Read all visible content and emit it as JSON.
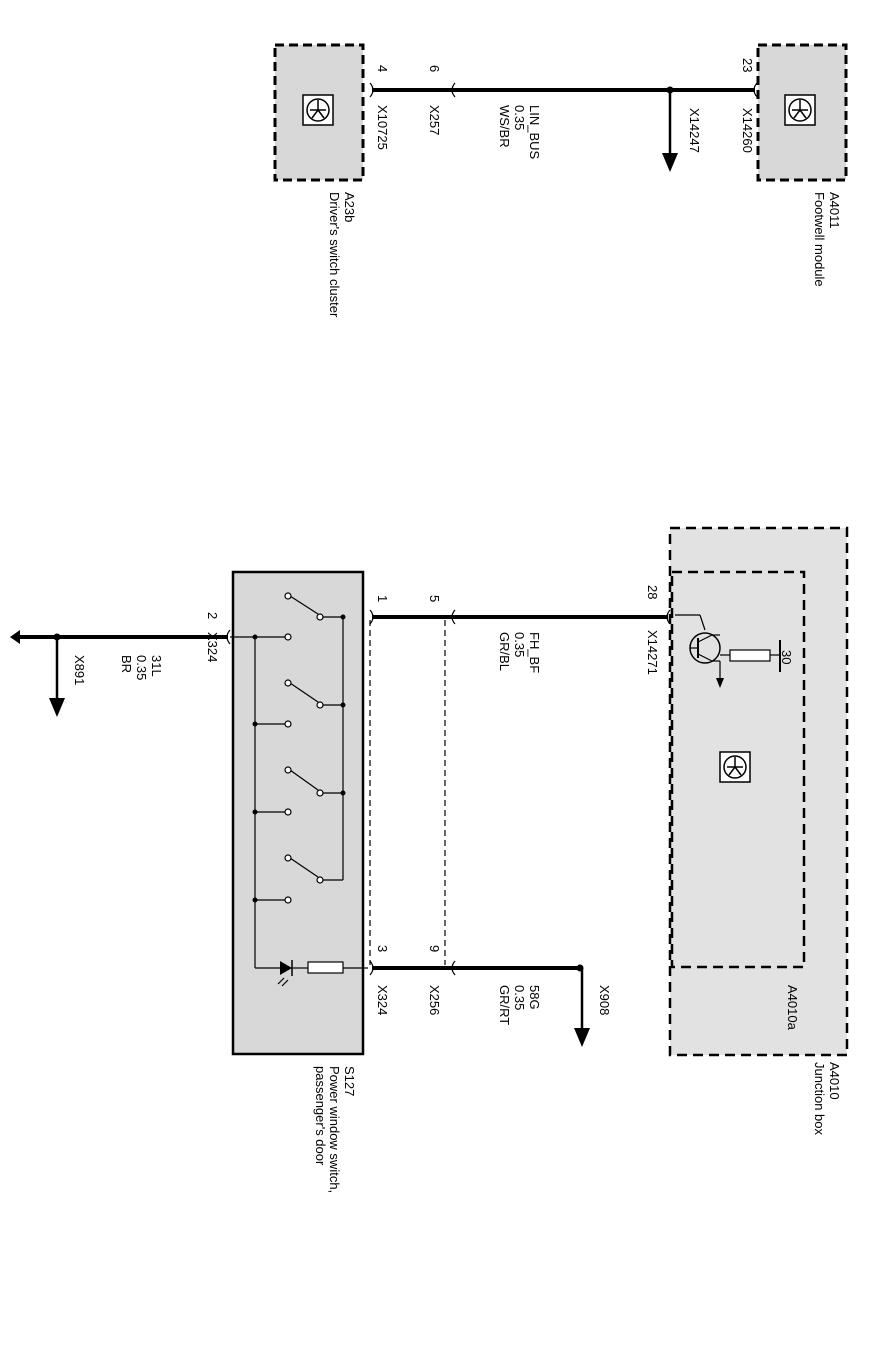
{
  "footwell": {
    "id": "A4011",
    "name": "Footwell module",
    "pin": "23",
    "connector": "X14260",
    "splice": "X14247"
  },
  "drivers_switch": {
    "id": "A23b",
    "name": "Driver's switch cluster",
    "pin": "4",
    "connector": "X10725"
  },
  "lin_wire": {
    "pin": "6",
    "connector": "X257",
    "signal": "LIN_BUS",
    "gauge": "0.35",
    "color": "WS/BR"
  },
  "junction_box": {
    "id": "A4010",
    "name": "Junction box",
    "sub_id": "A4010a",
    "pin": "28",
    "connector": "X14271",
    "terminal": "30"
  },
  "fh_wire": {
    "pin": "5",
    "signal": "FH_BF",
    "gauge": "0.35",
    "color": "GR/BL"
  },
  "switch": {
    "id": "S127",
    "name_line1": "Power window switch,",
    "name_line2": "passenger's door",
    "pin_1": "1",
    "pin_2": "2",
    "pin_3": "3",
    "connector_top": "X324",
    "connector_bottom": "X324"
  },
  "ground_wire": {
    "signal": "31L",
    "gauge": "0.35",
    "color": "BR",
    "ground_point": "X891"
  },
  "wire_58g": {
    "pin": "9",
    "connector": "X256",
    "signal": "58G",
    "gauge": "0.35",
    "color": "GR/RT",
    "splice": "X908"
  }
}
